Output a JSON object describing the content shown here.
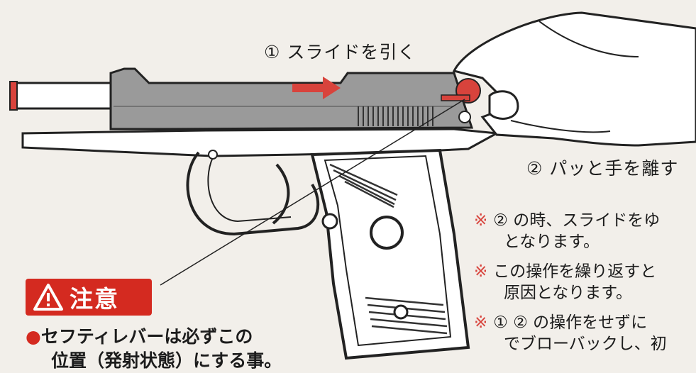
{
  "steps": {
    "step1": "① スライドを引く",
    "step2": "② パッと手を離す"
  },
  "notes": [
    {
      "mark": "※",
      "line1": "② の時、スライドをゆ",
      "line2": "となります。"
    },
    {
      "mark": "※",
      "line1": "この操作を繰り返すと",
      "line2": "原因となります。"
    },
    {
      "mark": "※",
      "line1": "① ② の操作をせずに",
      "line2": "でブローバックし、初"
    }
  ],
  "warning": {
    "label": "注意",
    "bullet": "●",
    "line1": "セフティレバーは必ずこの",
    "line2": "位置（発射状態）にする事。"
  },
  "colors": {
    "accent": "#d42a20",
    "gun": "#9a9a9a",
    "line": "#1c1c1c"
  }
}
